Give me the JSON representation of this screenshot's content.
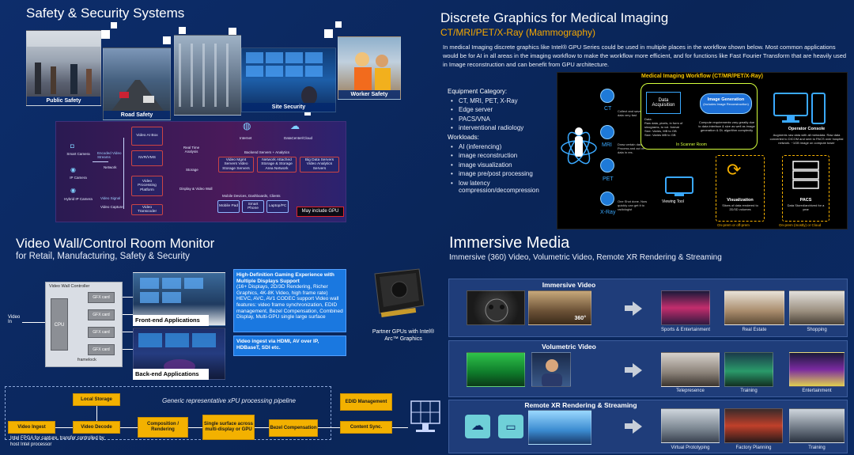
{
  "safety": {
    "title": "Safety & Security Systems",
    "captions": [
      "Public Safety",
      "Road Safety",
      "Site Security",
      "Worker Safety"
    ],
    "diagram": {
      "smart_camera": "Smart Camera",
      "ip_camera": "IP Camera",
      "hybrid_ip": "Hybrid IP Camera",
      "encoded": "Encoded Video Streams",
      "network": "Network",
      "video_signal": "Video Signal",
      "video_capture": "Video Capture",
      "video_ai_box": "Video AI Box",
      "nvr": "NVR/VMS",
      "vpp": "Video Processing Platform",
      "transcoder": "Video Transcoder",
      "realtime": "Real Time Analysis",
      "storage": "Storage",
      "display": "Display & Video Wall",
      "internet": "Internet",
      "datacenter": "DataCenter/Cloud",
      "backend": "Backend Servers + Analytics",
      "b1": "Video Mgmt Servers Video Storage Servers",
      "b2": "Network Attached Storage & Storage Area Network",
      "b3": "Big Data Servers Video Analytics Servers",
      "mobile": "Mobile Devices, Dashboards, Clients",
      "m1": "Mobile Pad",
      "m2": "Smart Phone",
      "m3": "Laptop/PC",
      "gpu_note": "May include GPU"
    }
  },
  "medical": {
    "title": "Discrete Graphics for Medical Imaging",
    "subtitle": "CT/MRI/PET/X-Ray (Mammography)",
    "desc": "In medical Imaging discrete graphics like Intel® GPU Series could be used in multiple places in the workflow shown below. Most common applications would be for AI in all areas in the imaging workflow to make the workflow more efficient, and for functions like Fast Fourier Transform that are heavily used in Image reconstruction and can benefit from GPU architecture.",
    "equipment_heading": "Equipment Category:",
    "equipment": [
      "CT, MRI, PET, X-Ray",
      "Edge server",
      "PACS/VNA",
      "interventional radiology"
    ],
    "workloads_heading": "Workloads:",
    "workloads": [
      "AI (inferencing)",
      "image reconstruction",
      "image visualization",
      "image pre/post processing",
      "low latency compression/decompression"
    ],
    "workflow": {
      "title": "Medical Imaging Workflow (CT/MR/PET/X-Ray)",
      "ct": "CT",
      "mri": "MRI",
      "pet": "PET",
      "xray": "X-Ray",
      "ct_note": "Collect and save data very fast",
      "mri_note": "Draw certain data, Process and act on data in res.",
      "xray_note": "One Shot done, Now quickly can get it to radiologist",
      "acq": "Data Acquisition",
      "acq_note": "Data:\nRaw data, pixels, in form of sinograms, to vol. format\nSize: Varies, MB to GB\nSize: Varies MB to GB",
      "gen": "Image Generation",
      "gen_sub": "(Includes Image Reconstruction)",
      "gen_note": "Compute requirements vary greatly due to data interface & size as well as image generation & DL algorithm complexity",
      "scanner_room": "In Scanner Room",
      "console": "Operator Console",
      "console_note": "Augments raw data with all metadata. Raw data converted to DICOM and sent to PACS over hospital network. ~1GB image on compute tower",
      "viewing": "Viewing Tool",
      "vis": "Visualization",
      "vis_note": "Slices of data rendered to 2D/3D volumes",
      "pacs": "PACS",
      "pacs_note": "Data Stored/archived for a year",
      "onprem": "On-prem or off-prem",
      "oncloud": "On-prem (mostly) or Cloud"
    }
  },
  "videowall": {
    "title": "Video Wall/Control Room Monitor",
    "subtitle": "for Retail, Manufacturing, Safety & Security",
    "controller": "Video Wall Controller",
    "cpu": "CPU",
    "video_in": "Video In",
    "gfx": [
      "GFX card",
      "GFX card",
      "GFX card",
      "GFX card"
    ],
    "framelock": "framelock",
    "front": "Front-end Applications",
    "back": "Back-end Applications",
    "box1_title": "High-Definition Gaming Experience with Multiple Displays Support",
    "box1_body": "(16+ Displays, 2D/3D Rendering, Richer Graphics, 4K-8K Video, high frame rate) HEVC, AVC, AV1 CODEC support Video wall features: video frame synchronization, EDID management, Bezel Compensation, Combined Display, Multi-GPU single large surface",
    "box2": "Video ingest via HDMI, AV over IP, HDBaseT, SDI etc.",
    "partner": "Partner GPUs with Intel® Arc™ Graphics",
    "pipeline_title": "Generic representative xPU processing pipeline",
    "local_storage": "Local Storage",
    "ingest": "Video Ingest",
    "decode": "Video Decode",
    "composition": "Composition / Rendering",
    "single": "Single surface across multi-display or GPU",
    "bezel": "Bezel Compensation",
    "edid": "EDID Management",
    "content": "Content Sync.",
    "fpga_note": "Intel FPGA for capture, transfer controlled by host Intel processor"
  },
  "immersive": {
    "title": "Immersive Media",
    "subtitle": "Immersive (360) Video, Volumetric Video, Remote XR Rendering & Streaming",
    "rows": [
      {
        "title": "Immersive Video",
        "labels": [
          "Sports & Entertainment",
          "Real Estate",
          "Shopping"
        ]
      },
      {
        "title": "Volumetric Video",
        "labels": [
          "Telepresence",
          "Training",
          "Entertainment"
        ]
      },
      {
        "title": "Remote XR Rendering & Streaming",
        "labels": [
          "Virtual Prototyping",
          "Factory Planning",
          "Training"
        ]
      }
    ],
    "badge360": "360°"
  }
}
